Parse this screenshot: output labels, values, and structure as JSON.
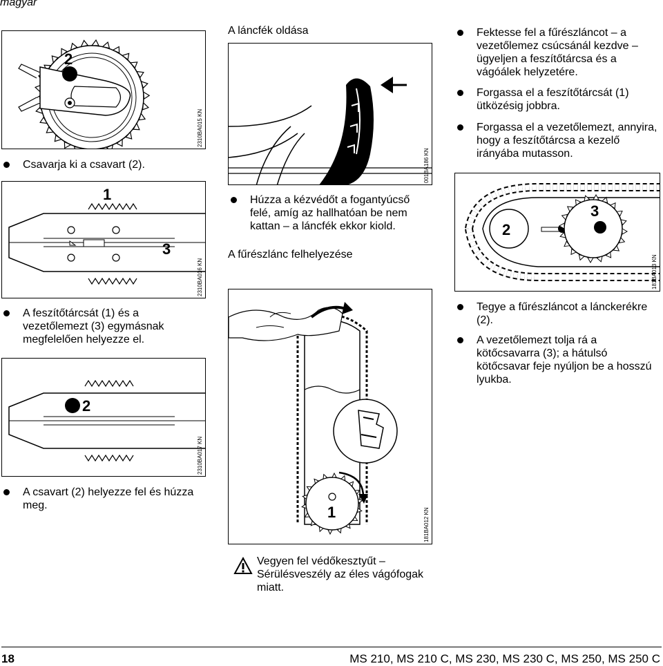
{
  "header": {
    "language": "magyar"
  },
  "col1": {
    "fig1": {
      "code": "2310BA015 KN",
      "label": "2"
    },
    "step1": "Csavarja ki a csavart (2).",
    "fig2": {
      "code": "2310BA016 KN",
      "label1": "1",
      "label3": "3"
    },
    "step2": "A feszítőtárcsát (1) és a vezetőlemezt (3) egymásnak megfelelően helyezze el.",
    "fig3": {
      "code": "2310BA017 KN",
      "label": "2"
    },
    "step3": "A csavart (2) helyezze fel és húzza meg."
  },
  "col2": {
    "heading1": "A láncfék oldása",
    "fig4": {
      "code": "001BA186 KN"
    },
    "step4": "Húzza a kézvédőt a fogantyúcső felé, amíg az hallhatóan be nem kattan – a láncfék ekkor kiold.",
    "heading2": "A fűrészlánc felhelyezése",
    "fig5": {
      "code": "181BA012 KN",
      "label": "1"
    },
    "warning": "Vegyen fel védőkesztyűt – Sérülésveszély az éles vágófogak miatt."
  },
  "col3": {
    "step5": "Fektesse fel a fűrészláncot – a vezetőlemez csúcsánál kezdve – ügyeljen a feszítőtárcsa és a vágóálek helyzetére.",
    "step6": "Forgassa el a feszítőtárcsát (1) ütközésig jobbra.",
    "step7": "Forgassa el a vezetőlemezt, annyira, hogy a feszítőtárcsa a kezelő irányába mutasson.",
    "fig6": {
      "code": "181BA013 KN",
      "label2": "2",
      "label3": "3"
    },
    "step8": "Tegye a fűrészláncot a lánckerékre (2).",
    "step9": "A vezetőlemezt tolja rá a kötőcsavarra (3); a hátulsó kötőcsavar feje nyúljon be a hosszú lyukba."
  },
  "footer": {
    "page_number": "18",
    "models": "MS 210, MS 210 C, MS 230, MS 230 C, MS 250, MS 250 C"
  }
}
